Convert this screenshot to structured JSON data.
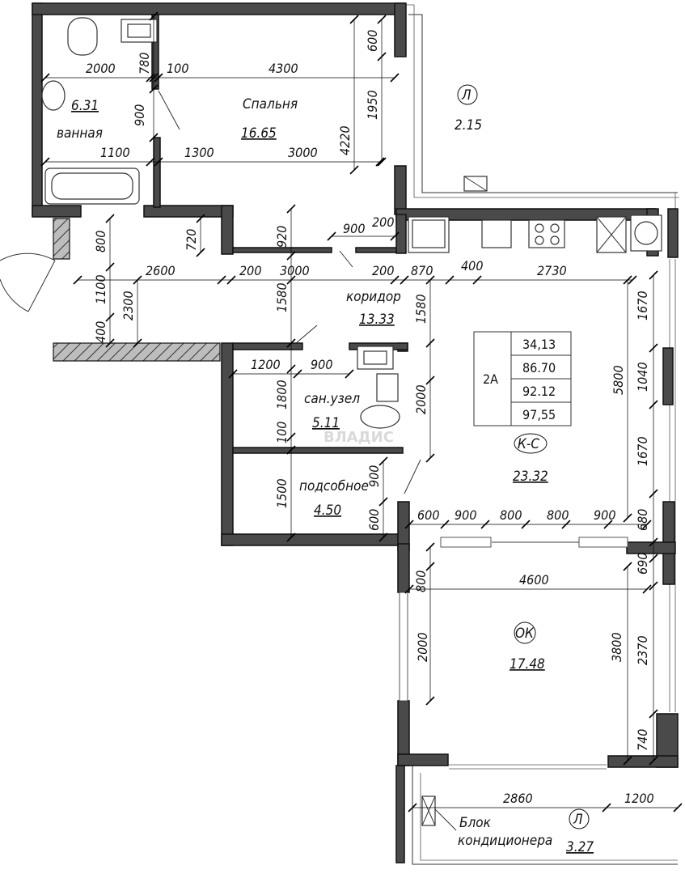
{
  "rooms": {
    "bathroom": {
      "name": "ванная",
      "area": "6.31"
    },
    "bedroom": {
      "name": "Спальня",
      "area": "16.65"
    },
    "balcony_top": {
      "name": "Л",
      "area": "2.15"
    },
    "corridor": {
      "name": "коридор",
      "area": "13.33"
    },
    "toilet": {
      "name": "сан.узел",
      "area": "5.11"
    },
    "storage": {
      "name": "подсобное",
      "area": "4.50"
    },
    "kitchen_living": {
      "name": "К-С",
      "area": "23.32"
    },
    "room_ok": {
      "name": "ОК",
      "area": "17.48"
    },
    "balcony_bottom": {
      "name": "Л",
      "area": "3.27"
    }
  },
  "table": {
    "type": "2А",
    "values": [
      "34,13",
      "86.70",
      "92.12",
      "97,55"
    ]
  },
  "ac_label": [
    "Блок",
    "кондиционера"
  ],
  "watermark": "ВЛАДИС",
  "dims": {
    "d2000a": "2000",
    "d780": "780",
    "d100a": "100",
    "d4300": "4300",
    "d600a": "600",
    "d900a": "900",
    "d1950": "1950",
    "d4220": "4220",
    "d1100a": "1100",
    "d1300": "1300",
    "d3000a": "3000",
    "d800a": "800",
    "d720": "720",
    "d920": "920",
    "d900b": "900",
    "d200a": "200",
    "d2600": "2600",
    "d200b": "200",
    "d3000b": "3000",
    "d200c": "200",
    "d870": "870",
    "d400a": "400",
    "d2730": "2730",
    "d1100b": "1100",
    "d2300": "2300",
    "d1580a": "1580",
    "d1580b": "1580",
    "d1670a": "1670",
    "d400b": "400",
    "d5800": "5800",
    "d1200a": "1200",
    "d900c": "900",
    "d1800": "1800",
    "d100b": "100",
    "d2000b": "2000",
    "d1040": "1040",
    "d1500": "1500",
    "d900d": "900",
    "d1670b": "1670",
    "d600b": "600",
    "d600c": "600",
    "d900e": "900",
    "d800b": "800",
    "d800c": "800",
    "d900f": "900",
    "d680": "680",
    "d800d": "800",
    "d4600": "4600",
    "d690": "690",
    "d2000c": "2000",
    "d3800": "3800",
    "d2370": "2370",
    "d740": "740",
    "d2860": "2860",
    "d1200b": "1200"
  }
}
